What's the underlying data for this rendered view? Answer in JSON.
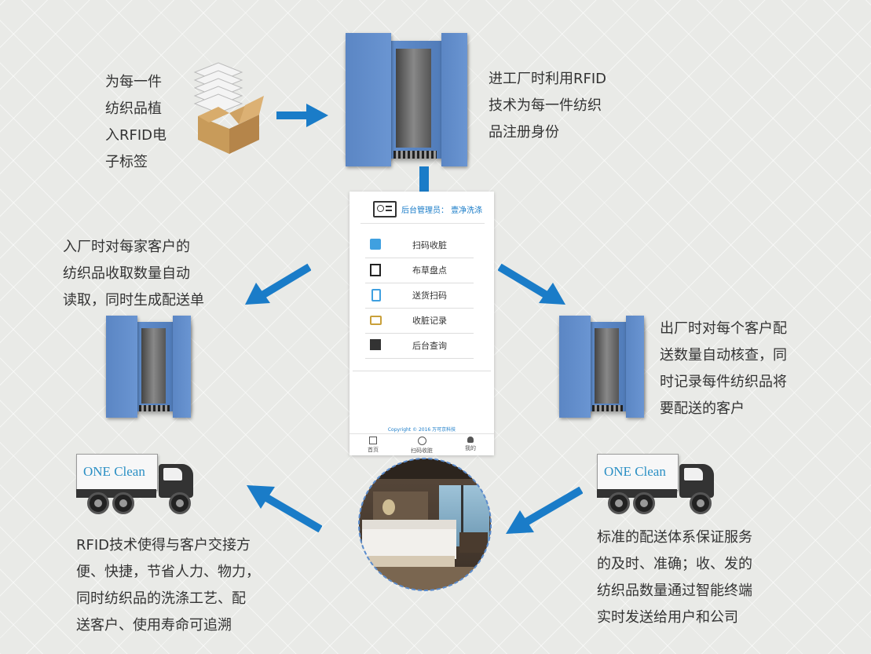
{
  "steps": {
    "tagging": [
      "为每一件",
      "纺织品植",
      "入RFID电",
      "子标签"
    ],
    "factory_in_register": [
      "进工厂时利用RFID",
      "技术为每一件纺织",
      "品注册身份"
    ],
    "factory_in_count": [
      "入厂时对每家客户的",
      "纺织品收取数量自动",
      "读取，同时生成配送单"
    ],
    "factory_out_check": [
      "出厂时对每个客户配",
      "送数量自动核查，同",
      "时记录每件纺织品将",
      "要配送的客户"
    ],
    "traceability": [
      "RFID技术使得与客户交接方",
      "便、快捷，节省人力、物力，",
      "同时纺织品的洗涤工艺、配",
      "送客户、使用寿命可追溯"
    ],
    "delivery_system": [
      "标准的配送体系保证服务",
      "的及时、准确；收、发的",
      "纺织品数量通过智能终端",
      "实时发送给用户和公司"
    ]
  },
  "app": {
    "header": "后台管理员： 壹净洗涤",
    "menu": [
      {
        "label": "扫码收脏",
        "icon": "scan-icon"
      },
      {
        "label": "布草盘点",
        "icon": "inventory-icon"
      },
      {
        "label": "送货扫码",
        "icon": "phone-scan-icon"
      },
      {
        "label": "收脏记录",
        "icon": "records-icon"
      },
      {
        "label": "后台查询",
        "icon": "query-icon"
      }
    ],
    "copyright": "Copyright © 2016 万可京科技",
    "tabs": [
      {
        "label": "首页",
        "icon": "home-icon"
      },
      {
        "label": "扫码收脏",
        "icon": "scan-circle-icon"
      },
      {
        "label": "我的",
        "icon": "user-icon"
      }
    ]
  },
  "truck_logo": "ONE Clean",
  "colors": {
    "arrow": "#1a7cc8",
    "gate": "#5a86c6",
    "logo": "#2a8fc4"
  }
}
